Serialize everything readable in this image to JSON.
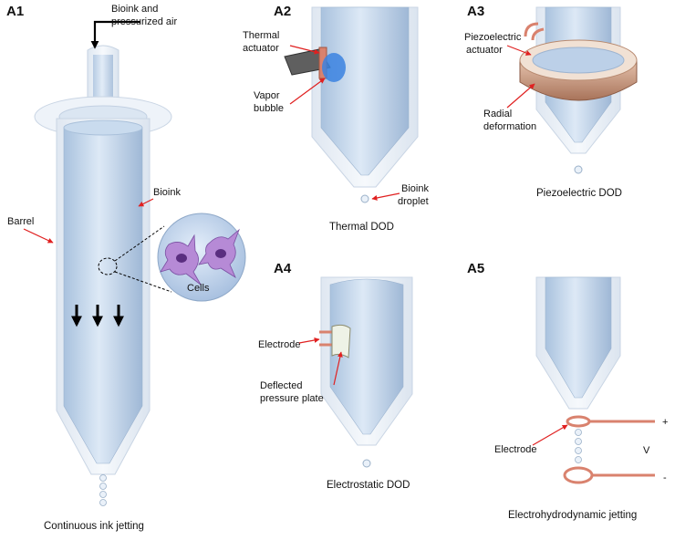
{
  "panels": {
    "a1": {
      "id": "A1",
      "caption": "Continuous ink jetting",
      "inlet_label": [
        "Bioink and",
        "pressurized air"
      ],
      "barrel_label": "Barrel",
      "bioink_label": "Bioink",
      "cells_label": "Cells"
    },
    "a2": {
      "id": "A2",
      "caption": "Thermal DOD",
      "actuator_label": [
        "Thermal",
        "actuator"
      ],
      "bubble_label": [
        "Vapor",
        "bubble"
      ],
      "droplet_label": [
        "Bioink",
        "droplet"
      ]
    },
    "a3": {
      "id": "A3",
      "caption": "Piezoelectric  DOD",
      "actuator_label": [
        "Piezoelectric",
        "actuator"
      ],
      "deformation_label": [
        "Radial",
        "deformation"
      ]
    },
    "a4": {
      "id": "A4",
      "caption": "Electrostatic  DOD",
      "electrode_label": "Electrode",
      "plate_label": [
        "Deflected",
        "pressure plate"
      ]
    },
    "a5": {
      "id": "A5",
      "caption": "Electrohydrodynamic jetting",
      "electrode_label": "Electrode",
      "plus_sign": "+",
      "voltage_label": "V",
      "minus_sign": "-"
    }
  },
  "colors": {
    "barrel": "#c8daee",
    "barrel_edge": "#9bb3cf",
    "shell": "#e8eff7",
    "electrode": "#d9826e",
    "ring": "#c9967a",
    "pointer": "#e02020",
    "cell": "#b68ad6"
  }
}
